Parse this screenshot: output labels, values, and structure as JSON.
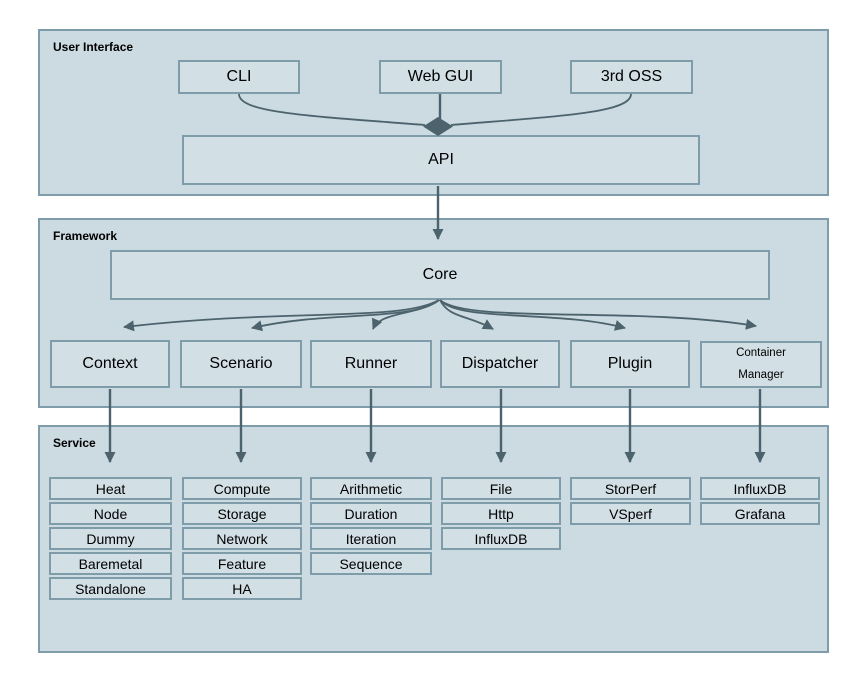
{
  "panels": {
    "user_interface": "User Interface",
    "framework": "Framework",
    "service": "Service"
  },
  "user_interface": {
    "cli": "CLI",
    "web_gui": "Web GUI",
    "third_oss": "3rd OSS",
    "api": "API"
  },
  "framework": {
    "core": "Core",
    "modules": [
      "Context",
      "Scenario",
      "Runner",
      "Dispatcher",
      "Plugin",
      "Container Manager"
    ],
    "container_manager": "Container Manager"
  },
  "service": {
    "columns": [
      {
        "items": [
          "Heat",
          "Node",
          "Dummy",
          "Baremetal",
          "Standalone"
        ]
      },
      {
        "items": [
          "Compute",
          "Storage",
          "Network",
          "Feature",
          "HA"
        ]
      },
      {
        "items": [
          "Arithmetic",
          "Duration",
          "Iteration",
          "Sequence"
        ]
      },
      {
        "items": [
          "File",
          "Http",
          "InfluxDB"
        ]
      },
      {
        "items": [
          "StorPerf",
          "VSperf"
        ]
      },
      {
        "items": [
          "InfluxDB",
          "Grafana"
        ]
      }
    ]
  },
  "colors": {
    "panel_fill": "#ccdae1",
    "box_fill": "#d2dfe5",
    "border": "#7f9cab",
    "arrow": "#4c636d",
    "text": "#000000",
    "background": "#ffffff"
  }
}
